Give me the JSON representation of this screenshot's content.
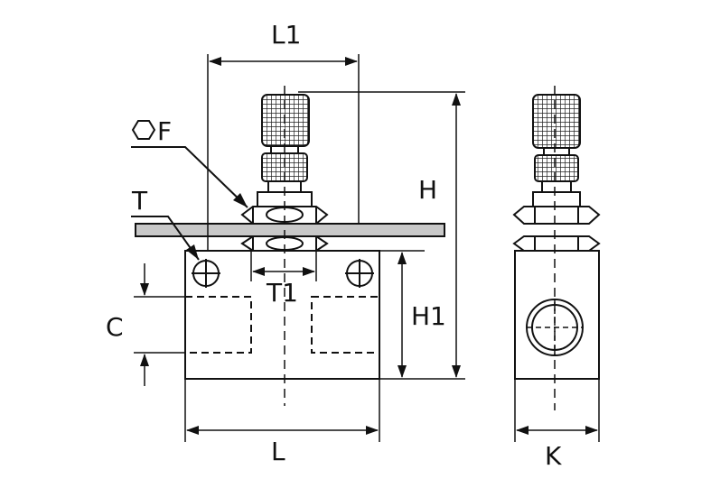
{
  "labels": {
    "L1": "L1",
    "F": "F",
    "T": "T",
    "T1": "T1",
    "H": "H",
    "H1": "H1",
    "C": "C",
    "L": "L",
    "K": "K"
  },
  "colors": {
    "line": "#111111",
    "plate": "#c8c8c8",
    "knurl": "#222222",
    "background": "#ffffff"
  }
}
